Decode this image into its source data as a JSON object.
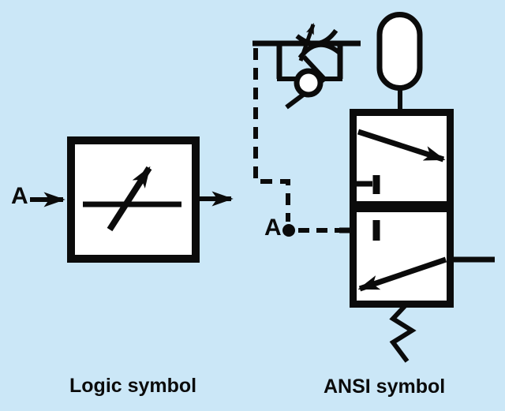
{
  "colors": {
    "background": "#cbe7f7",
    "line": "#0b0b0b",
    "shape_fill": "#ffffff"
  },
  "logic_symbol": {
    "caption": "Logic symbol",
    "input_label": "A",
    "components": [
      "input-arrow",
      "function-box",
      "flow-line",
      "variable-arrow",
      "output-arrow"
    ]
  },
  "ansi_symbol": {
    "caption": "ANSI symbol",
    "pilot_label": "A",
    "components": [
      "flow-control-valve",
      "needle-restriction",
      "check-valve",
      "pilot-dashed-line",
      "junction-dot",
      "accumulator",
      "two-position-valve",
      "blocked-port-t",
      "flow-arrow",
      "spring-return"
    ]
  }
}
